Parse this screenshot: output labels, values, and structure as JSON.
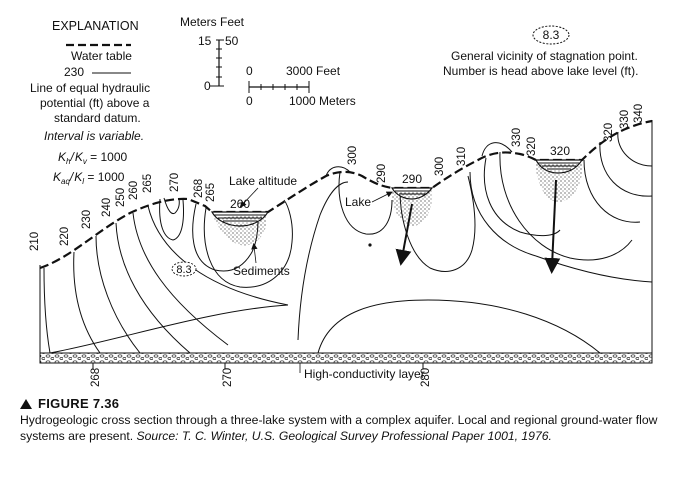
{
  "legend": {
    "title": "EXPLANATION",
    "water_table_label": "Water table",
    "contour_value": "230",
    "contour_desc_line1": "Line of equal hydraulic",
    "contour_desc_line2": "potential (ft) above a",
    "contour_desc_line3": "standard datum.",
    "interval_note": "Interval is variable.",
    "ratio1": "K",
    "ratio1_sub_a": "h",
    "ratio1_sub_b": "v",
    "ratio1_value": " = 1000",
    "ratio2": "K",
    "ratio2_sub_a": "aq",
    "ratio2_sub_b": "l",
    "ratio2_value": " = 1000"
  },
  "scales": {
    "vertical_title": "Meters Feet",
    "v_meters_top": "15",
    "v_feet_top": "50",
    "v_zero": "0",
    "h_feet_zero": "0",
    "h_feet_end": "3000 Feet",
    "h_m_zero": "0",
    "h_m_end": "1000 Meters"
  },
  "stagnation": {
    "value": "8.3",
    "note_line1": "General vicinity of stagnation point.",
    "note_line2": "Number is head above lake level (ft)."
  },
  "section": {
    "contours": [
      "210",
      "220",
      "230",
      "240",
      "250",
      "260",
      "265",
      "270",
      "268",
      "265",
      "300",
      "290",
      "300",
      "310",
      "330",
      "320",
      "320",
      "330",
      "340"
    ],
    "lakes": [
      "260",
      "290",
      "320"
    ],
    "lake_label": "Lake",
    "lake_altitude_label": "Lake altitude",
    "sediments_label": "Sediments",
    "stagnation_value": "8.3",
    "bottom_labels": [
      "268",
      "270",
      "280"
    ],
    "high_k_layer": "High-conductivity layer"
  },
  "caption": {
    "figure_label": "FIGURE 7.36",
    "text": "Hydrogeologic cross section through a three-lake system with a complex aquifer. Local and regional ground-water flow systems are present.",
    "source": "Source: T. C. Winter, U.S. Geological Survey Professional Paper 1001, 1976."
  }
}
